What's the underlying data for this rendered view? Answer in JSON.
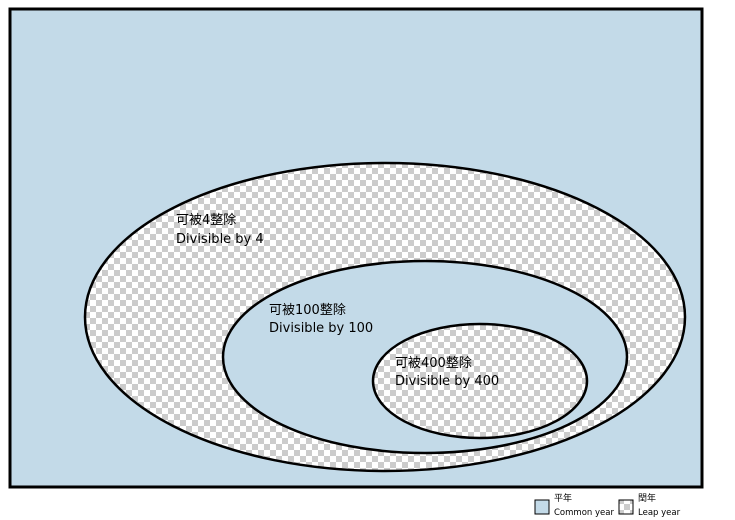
{
  "colors": {
    "common_year": "#c3dae8",
    "leap_year_light": "#ffffff",
    "leap_year_dark": "#cccccc",
    "outline": "#000000"
  },
  "sets": [
    {
      "zh": "可被4整除",
      "en": "Divisible by 4"
    },
    {
      "zh": "可被100整除",
      "en": "Divisible by 100"
    },
    {
      "zh": "可被400整除",
      "en": "Divisible by 400"
    }
  ],
  "legend": [
    {
      "zh": "平年",
      "en": "Common year",
      "fill": "common-year"
    },
    {
      "zh": "閏年",
      "en": "Leap year",
      "fill": "leap-year"
    }
  ]
}
